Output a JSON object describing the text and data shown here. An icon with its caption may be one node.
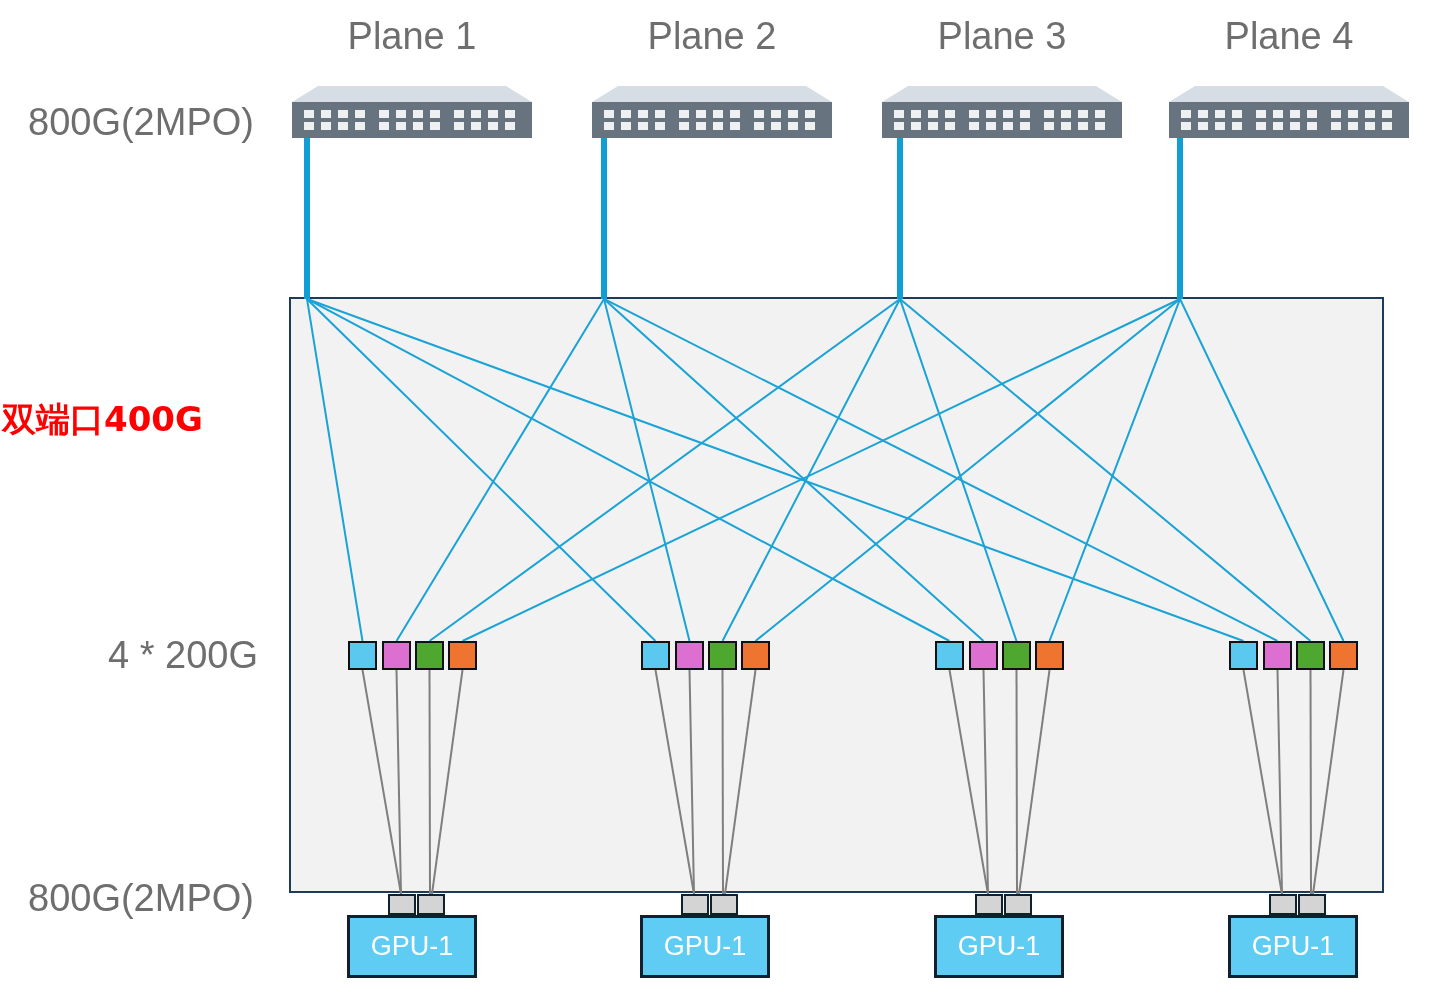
{
  "diagram": {
    "nodes": [
      {
        "text": [
          "Plane 1"
        ]
      },
      {
        "text": [
          "Plane 2"
        ]
      },
      {
        "text": [
          "Plane 3"
        ]
      },
      {
        "text": [
          "Plane 4"
        ]
      },
      {
        "text": [],
        "shape": "box"
      },
      {
        "text": [],
        "shape": "box",
        "in": 4
      },
      {
        "text": [],
        "shape": "box",
        "in": 4
      },
      {
        "text": [],
        "shape": "box",
        "in": 4
      },
      {
        "text": [],
        "shape": "box",
        "in": 4
      },
      {
        "text": [],
        "shape": "box",
        "in": 4
      },
      {
        "text": [],
        "shape": "box",
        "in": 4
      },
      {
        "text": [],
        "shape": "box",
        "in": 4
      },
      {
        "text": [],
        "shape": "box",
        "in": 4
      },
      {
        "text": [],
        "shape": "box",
        "in": 4
      },
      {
        "text": [],
        "shape": "box",
        "in": 4
      },
      {
        "text": [],
        "shape": "box",
        "in": 4
      },
      {
        "text": [],
        "shape": "box",
        "in": 4
      },
      {
        "text": [],
        "shape": "box",
        "in": 4
      },
      {
        "text": [],
        "shape": "box",
        "in": 4
      },
      {
        "text": [],
        "shape": "box",
        "in": 4
      },
      {
        "text": [],
        "shape": "box",
        "in": 4
      },
      {
        "text": [],
        "shape": "box"
      },
      {
        "text": [],
        "shape": "box"
      },
      {
        "text": [],
        "shape": "box"
      },
      {
        "text": [],
        "shape": "box"
      },
      {
        "text": [],
        "shape": "box"
      },
      {
        "text": [],
        "shape": "box"
      },
      {
        "text": [],
        "shape": "box"
      },
      {
        "text": [],
        "shape": "box"
      },
      {
        "text": [
          "GPU-1"
        ]
      },
      {
        "text": [
          "GPU-1"
        ]
      },
      {
        "text": [
          "GPU-1"
        ]
      },
      {
        "text": [
          "GPU-1"
        ]
      }
    ],
    "edges": [
      {
        "from": 0,
        "to": 5,
        "arrow": "none"
      },
      {
        "from": 0,
        "to": 9,
        "arrow": "none"
      },
      {
        "from": 0,
        "to": 13,
        "arrow": "none"
      },
      {
        "from": 0,
        "to": 17,
        "arrow": "none"
      },
      {
        "from": 1,
        "to": 6,
        "arrow": "none"
      },
      {
        "from": 1,
        "to": 10,
        "arrow": "none"
      },
      {
        "from": 1,
        "to": 14,
        "arrow": "none"
      },
      {
        "from": 1,
        "to": 18,
        "arrow": "none"
      },
      {
        "from": 2,
        "to": 7,
        "arrow": "none"
      },
      {
        "from": 2,
        "to": 11,
        "arrow": "none"
      },
      {
        "from": 2,
        "to": 15,
        "arrow": "none"
      },
      {
        "from": 2,
        "to": 19,
        "arrow": "none"
      },
      {
        "from": 3,
        "to": 8,
        "arrow": "none"
      },
      {
        "from": 3,
        "to": 12,
        "arrow": "none"
      },
      {
        "from": 3,
        "to": 16,
        "arrow": "none"
      },
      {
        "from": 3,
        "to": 20,
        "arrow": "none"
      },
      {
        "from": 5,
        "to": 21,
        "arrow": "none",
        "color": "#7f7f7f"
      },
      {
        "from": 6,
        "to": 21,
        "arrow": "none",
        "color": "#7f7f7f"
      },
      {
        "from": 7,
        "to": 22,
        "arrow": "none",
        "color": "#7f7f7f"
      },
      {
        "from": 8,
        "to": 22,
        "arrow": "none",
        "color": "#7f7f7f"
      },
      {
        "from": 9,
        "to": 23,
        "arrow": "none",
        "color": "#7f7f7f"
      },
      {
        "from": 10,
        "to": 23,
        "arrow": "none",
        "color": "#7f7f7f"
      },
      {
        "from": 11,
        "to": 24,
        "arrow": "none",
        "color": "#7f7f7f"
      },
      {
        "from": 12,
        "to": 24,
        "arrow": "none",
        "color": "#7f7f7f"
      },
      {
        "from": 13,
        "to": 25,
        "arrow": "none",
        "color": "#7f7f7f"
      },
      {
        "from": 14,
        "to": 25,
        "arrow": "none",
        "color": "#7f7f7f"
      },
      {
        "from": 15,
        "to": 26,
        "arrow": "none",
        "color": "#7f7f7f"
      },
      {
        "from": 16,
        "to": 26,
        "arrow": "none",
        "color": "#7f7f7f"
      },
      {
        "from": 17,
        "to": 27,
        "arrow": "none",
        "color": "#7f7f7f"
      },
      {
        "from": 18,
        "to": 27,
        "arrow": "none",
        "color": "#7f7f7f"
      },
      {
        "from": 19,
        "to": 28,
        "arrow": "none",
        "color": "#7f7f7f"
      },
      {
        "from": 20,
        "to": 28,
        "arrow": "none",
        "color": "#7f7f7f"
      }
    ],
    "labels": [
      "800G(2MPO)",
      "双端口400G",
      "4 * 200G",
      "800G(2MPO)"
    ]
  }
}
